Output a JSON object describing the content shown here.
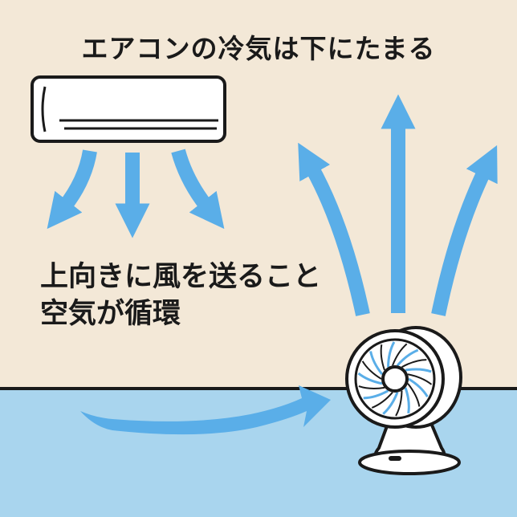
{
  "title": "エアコンの冷気は下にたまる",
  "caption": {
    "line1": "上向きに風を送ること",
    "line2": "空気が循環"
  },
  "icons": {
    "air_conditioner": "air-conditioner-icon",
    "fan": "circulator-fan-icon"
  },
  "colors": {
    "wall": "#f3e8d7",
    "floor": "#a9d5ee",
    "arrow": "#5aaee8",
    "outline": "#1a1a1a",
    "appliance": "#ffffff"
  }
}
